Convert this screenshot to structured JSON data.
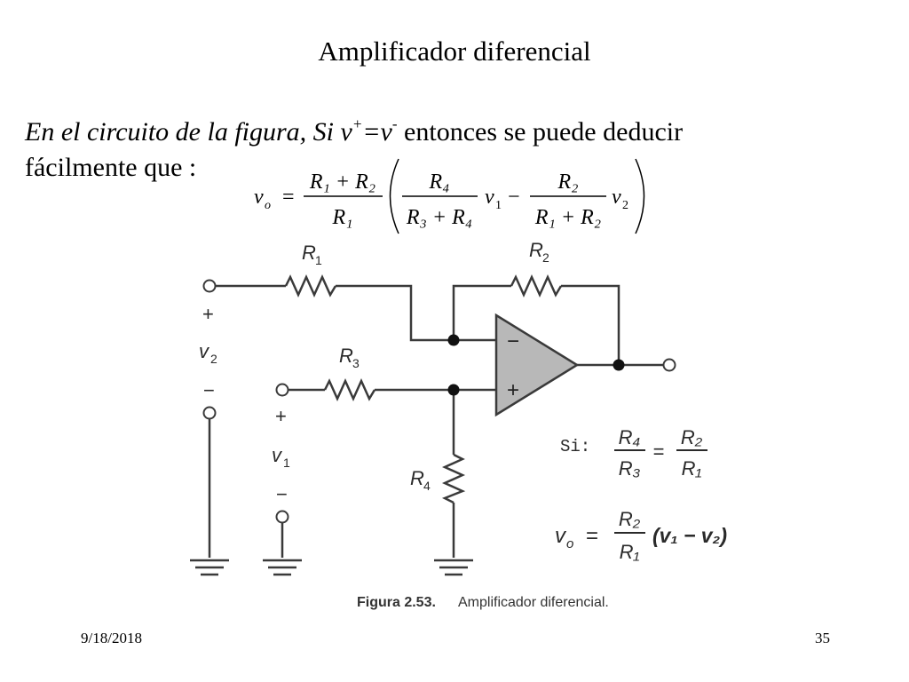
{
  "slide": {
    "title": "Amplificador diferencial",
    "intro": {
      "part1": "En el circuito de la figura, Si v",
      "sup_plus": "+",
      "part2": "=v",
      "sup_minus": "-",
      "part3": " entonces se puede deducir",
      "line2": "fácilmente que :"
    },
    "footer": {
      "date": "9/18/2018",
      "page": "35"
    }
  },
  "main_formula": {
    "lhs_v": "v",
    "lhs_sub": "o",
    "equals": "=",
    "f1_num": "R₁ + R₂",
    "f1_den": "R₁",
    "f2_num": "R₄",
    "f2_den": "R₃ + R₄",
    "v1": "v",
    "v1_sub": "1",
    "minus": "−",
    "f3_num": "R₂",
    "f3_den": "R₁ + R₂",
    "v2": "v",
    "v2_sub": "2"
  },
  "circuit": {
    "r1": "R",
    "r1_sub": "1",
    "r2": "R",
    "r2_sub": "2",
    "r3": "R",
    "r3_sub": "3",
    "r4": "R",
    "r4_sub": "4",
    "opamp_minus": "−",
    "opamp_plus": "+",
    "v2_plus": "+",
    "v2_label": "v",
    "v2_sub": "2",
    "v2_minus": "−",
    "v1_plus": "+",
    "v1_label": "v",
    "v1_sub": "1",
    "v1_minus": "−",
    "condition_label": "Si:",
    "cond_r4": "R₄",
    "cond_r3": "R₃",
    "cond_eq": "=",
    "cond_r2": "R₂",
    "cond_r1": "R₁",
    "result_v": "v",
    "result_vsub": "o",
    "result_eq": "=",
    "result_num": "R₂",
    "result_den": "R₁",
    "result_expr": "(v₁ − v₂)",
    "caption_bold": "Figura 2.53.",
    "caption_text": "Amplificador diferencial."
  }
}
